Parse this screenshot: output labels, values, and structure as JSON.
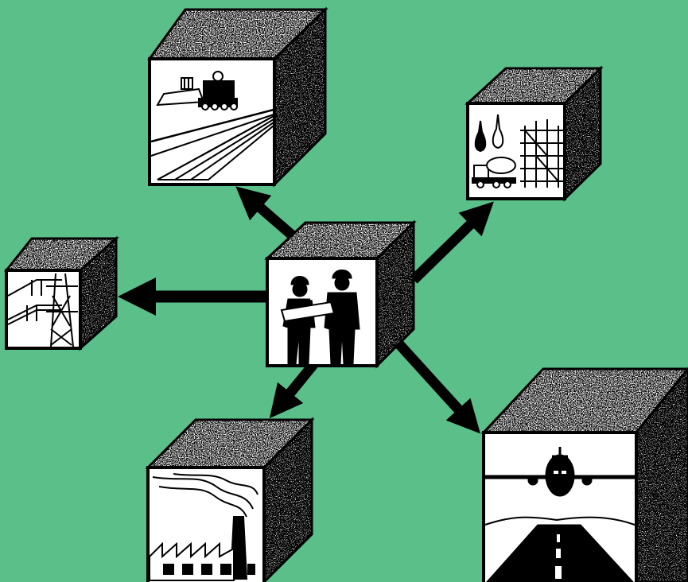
{
  "diagram": {
    "background_color": "#5bbf8a",
    "ink_color": "#000000",
    "paper_color": "#ffffff",
    "center": {
      "icon": "engineers-with-plans-icon"
    },
    "branches": [
      {
        "direction": "up-left",
        "icon": "road-paving-machinery-icon"
      },
      {
        "direction": "up-right",
        "icon": "concrete-mixer-scaffolding-icon"
      },
      {
        "direction": "left",
        "icon": "power-transmission-towers-icon"
      },
      {
        "direction": "down-left",
        "icon": "factory-smokestack-icon"
      },
      {
        "direction": "down-right",
        "icon": "airplane-runway-icon"
      }
    ]
  }
}
